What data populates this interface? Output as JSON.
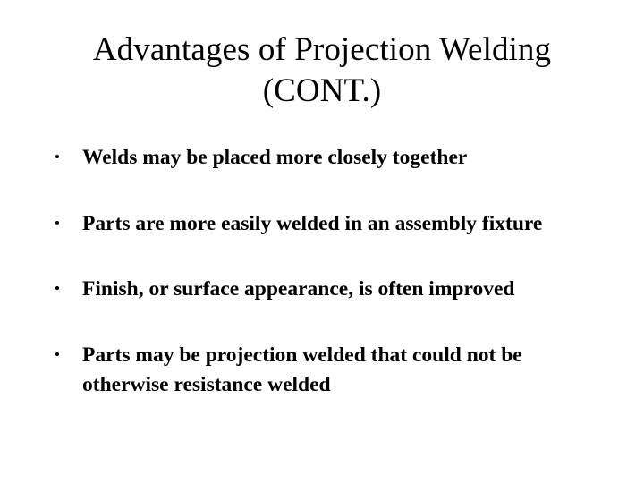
{
  "slide": {
    "title": "Advantages of Projection Welding (CONT.)",
    "title_line_1": "Advantages of Projection",
    "title_line_2": "Welding (CONT.)",
    "background_color": "#ffffff",
    "text_color": "#000000",
    "bullet_glyph": "·",
    "bullets": [
      {
        "text": "Welds may be placed more closely together"
      },
      {
        "text": "Parts are more easily welded in an assembly fixture"
      },
      {
        "text": "Finish, or surface appearance, is often improved"
      },
      {
        "text": "Parts may be projection welded that could not be otherwise resistance welded"
      }
    ]
  }
}
